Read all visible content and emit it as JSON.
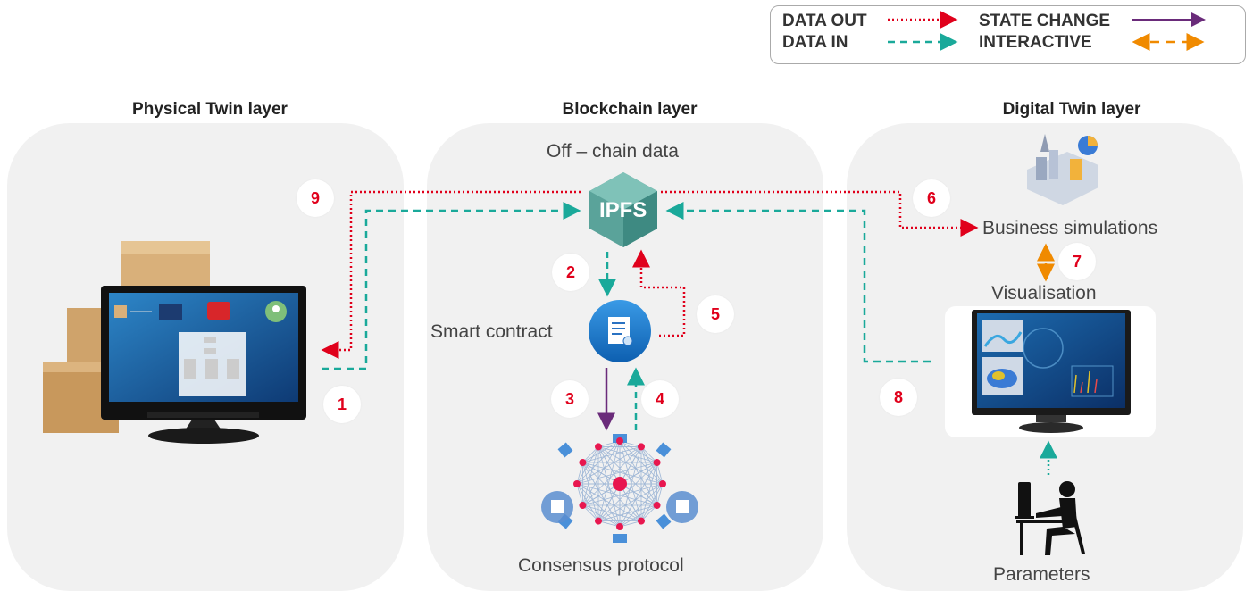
{
  "legend": {
    "data_out": "DATA OUT",
    "data_in": "DATA IN",
    "state_change": "STATE CHANGE",
    "interactive": "INTERACTIVE"
  },
  "layers": {
    "physical": "Physical Twin layer",
    "blockchain": "Blockchain layer",
    "digital": "Digital Twin layer"
  },
  "labels": {
    "offchain": "Off – chain data",
    "ipfs": "IPFS",
    "smart_contract": "Smart contract",
    "consensus": "Consensus protocol",
    "business_sim": "Business simulations",
    "visualisation": "Visualisation",
    "parameters": "Parameters"
  },
  "steps": [
    "1",
    "2",
    "3",
    "4",
    "5",
    "6",
    "7",
    "8",
    "9"
  ],
  "colors": {
    "data_out": "#e0001b",
    "data_in": "#1aa99a",
    "state_change": "#6a2b7a",
    "interactive": "#f08a00",
    "panel": "#f1f1f1"
  }
}
